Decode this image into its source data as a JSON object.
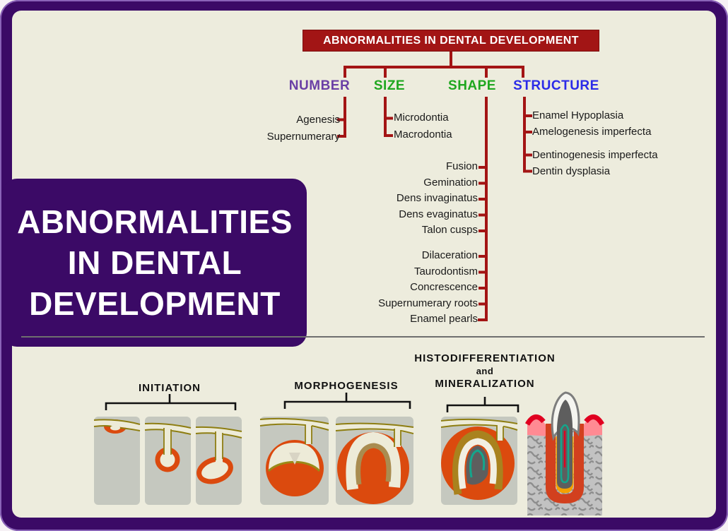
{
  "colors": {
    "frame_purple": "#3B0A66",
    "frame_edge_light": "#8A63B8",
    "background_cream": "#EDECDD",
    "banner_red": "#A21515",
    "connector_red": "#A31414",
    "number_purple": "#6A3FA5",
    "size_shape_green": "#1FA71F",
    "structure_blue": "#2B2BE8",
    "item_text": "#1A1A1A",
    "divider_gray": "#6F6F6F",
    "panel_gray": "#C5C8BF",
    "epithelium_olive": "#8E7E12",
    "organ_orange_red": "#DB4A0E",
    "dentin_tan": "#A9821E",
    "pulp_dark_gray": "#5E5E5E",
    "pulp_teal": "#14A68C",
    "gingiva_red": "#E00020",
    "gingiva_pink": "#FF8A93",
    "bone_gray": "#C2C2C2",
    "pdl_orange": "#F5A000"
  },
  "banner": {
    "title": "ABNORMALITIES IN DENTAL DEVELOPMENT"
  },
  "side_panel": {
    "title_lines": [
      "ABNORMALITIES",
      "IN DENTAL",
      "DEVELOPMENT"
    ]
  },
  "tree": {
    "number": {
      "label": "NUMBER",
      "items": [
        "Agenesis",
        "Supernumerary"
      ]
    },
    "size": {
      "label": "SIZE",
      "items": [
        "Microdontia",
        "Macrodontia"
      ]
    },
    "shape": {
      "label": "SHAPE",
      "items_top": [
        "Fusion",
        "Gemination",
        "Dens invaginatus",
        "Dens evaginatus",
        "Talon cusps"
      ],
      "items_bottom": [
        "Dilaceration",
        "Taurodontism",
        "Concrescence",
        "Supernumerary roots",
        "Enamel pearls"
      ]
    },
    "structure": {
      "label": "STRUCTURE",
      "items_top": [
        "Enamel Hypoplasia",
        "Amelogenesis imperfecta"
      ],
      "items_bottom": [
        "Dentinogenesis imperfecta",
        "Dentin dysplasia"
      ]
    }
  },
  "stages": {
    "initiation": {
      "label": "INITIATION"
    },
    "morphogenesis": {
      "label": "MORPHOGENESIS"
    },
    "histodifferentiation": {
      "line1": "HISTODIFFERENTIATION",
      "line2": "and",
      "line3": "MINERALIZATION"
    }
  }
}
